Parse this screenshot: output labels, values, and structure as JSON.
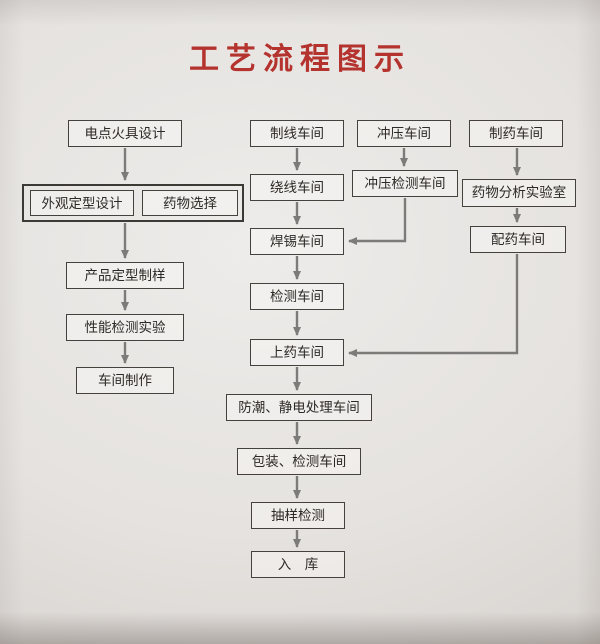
{
  "title": "工艺流程图示",
  "colors": {
    "title_red": "#b5332e",
    "box_border": "#46413d",
    "arrow_gray": "#7d7b79",
    "paper": "#e5e2df"
  },
  "nodes": {
    "ignition_design": "电点火具设计",
    "appearance_design": "外观定型设计",
    "drug_selection": "药物选择",
    "product_sample": "产品定型制样",
    "performance_test": "性能检测实验",
    "workshop_production": "车间制作",
    "wire_workshop": "制线车间",
    "winding_workshop": "绕线车间",
    "soldering_workshop": "焊锡车间",
    "inspection_workshop": "检测车间",
    "drug_loading_workshop": "上药车间",
    "antistatic_workshop": "防潮、静电处理车间",
    "packaging_workshop": "包装、检测车间",
    "sampling_test": "抽样检测",
    "warehouse": "入　库",
    "stamping_workshop": "冲压车间",
    "stamping_inspection_workshop": "冲压检测车间",
    "pharmacy_workshop": "制药车间",
    "drug_analysis_lab": "药物分析实验室",
    "drug_preparation_workshop": "配药车间"
  }
}
